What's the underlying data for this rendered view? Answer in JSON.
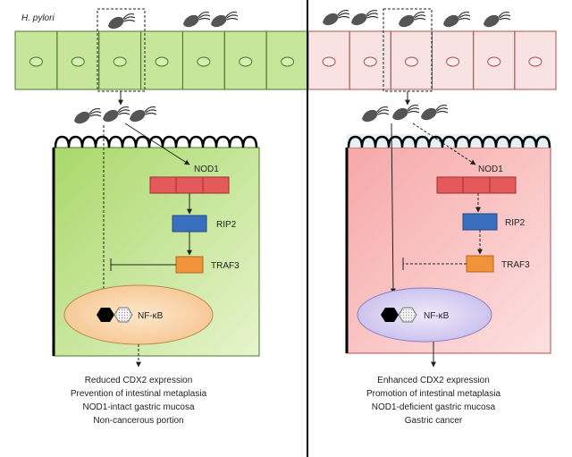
{
  "organism_label": "H. pylori",
  "left": {
    "labels": {
      "nod1": "NOD1",
      "rip2": "RIP2",
      "traf3": "TRAF3",
      "nfkb": "NF-κB"
    },
    "caption": [
      "Reduced CDX2 expression",
      "Prevention of intestinal metaplasia",
      "NOD1-intact gastric mucosa",
      "Non-cancerous portion"
    ]
  },
  "right": {
    "labels": {
      "nod1": "NOD1",
      "rip2": "RIP2",
      "traf3": "TRAF3",
      "nfkb": "NF-κB"
    },
    "caption": [
      "Enhanced CDX2 expression",
      "Promotion of intestinal metaplasia",
      "NOD1-deficient gastric mucosa",
      "Gastric cancer"
    ]
  },
  "colors": {
    "green_cell": "#c8e69a",
    "green_border": "#4a7a2a",
    "pink_cell": "#f8e2e2",
    "pink_border": "#b05050",
    "nod1": "#e45a5a",
    "rip2": "#3a6fbf",
    "traf3": "#f0933a",
    "nfkb_left": "#f8d6a8",
    "nfkb_right": "#d8d0f2"
  }
}
